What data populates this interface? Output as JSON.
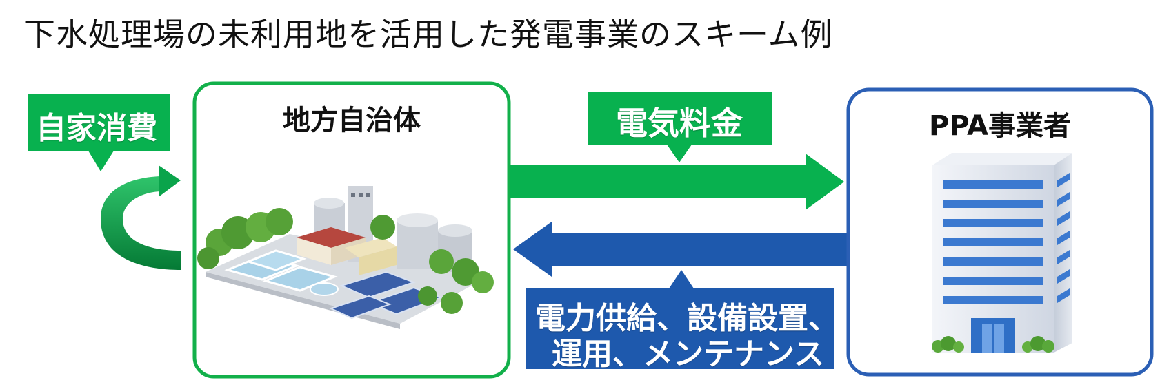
{
  "title": "下水処理場の未利用地を活用した発電事業のスキーム例",
  "labels": {
    "self_consumption": "自家消費",
    "electricity_fee": "電気料金",
    "services_line1": "電力供給、設備設置、",
    "services_line2": "運用、メンテナンス"
  },
  "boxes": {
    "municipality": {
      "title": "地方自治体"
    },
    "ppa": {
      "title": "PPA事業者"
    }
  },
  "colors": {
    "green": "#08b14f",
    "blue": "#1e59ad",
    "green_border": "#12b04a",
    "blue_border": "#2b5fb5"
  },
  "icons": {
    "plant": "sewage-treatment-plant-illustration",
    "building": "office-building-illustration"
  }
}
